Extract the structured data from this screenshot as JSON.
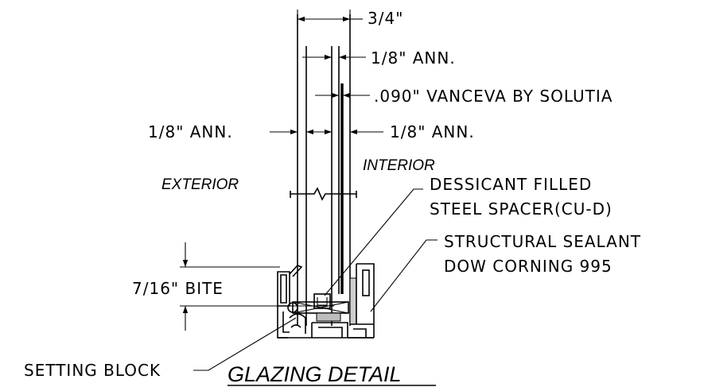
{
  "dimensions": {
    "overall": "3/4\"",
    "interior_lite": "1/8\" ANN.",
    "interlayer": ".090\" VANCEVA BY SOLUTIA",
    "exterior_lite": "1/8\" ANN.",
    "inner_lite": "1/8\" ANN.",
    "bite": "7/16\" BITE"
  },
  "labels": {
    "exterior": "EXTERIOR",
    "interior": "INTERIOR",
    "spacer_line1": "DESSICANT FILLED",
    "spacer_line2": "STEEL SPACER(CU-D)",
    "sealant_line1": "STRUCTURAL SEALANT",
    "sealant_line2": "DOW CORNING 995",
    "setting_block": "SETTING BLOCK"
  },
  "title": "GLAZING DETAIL"
}
